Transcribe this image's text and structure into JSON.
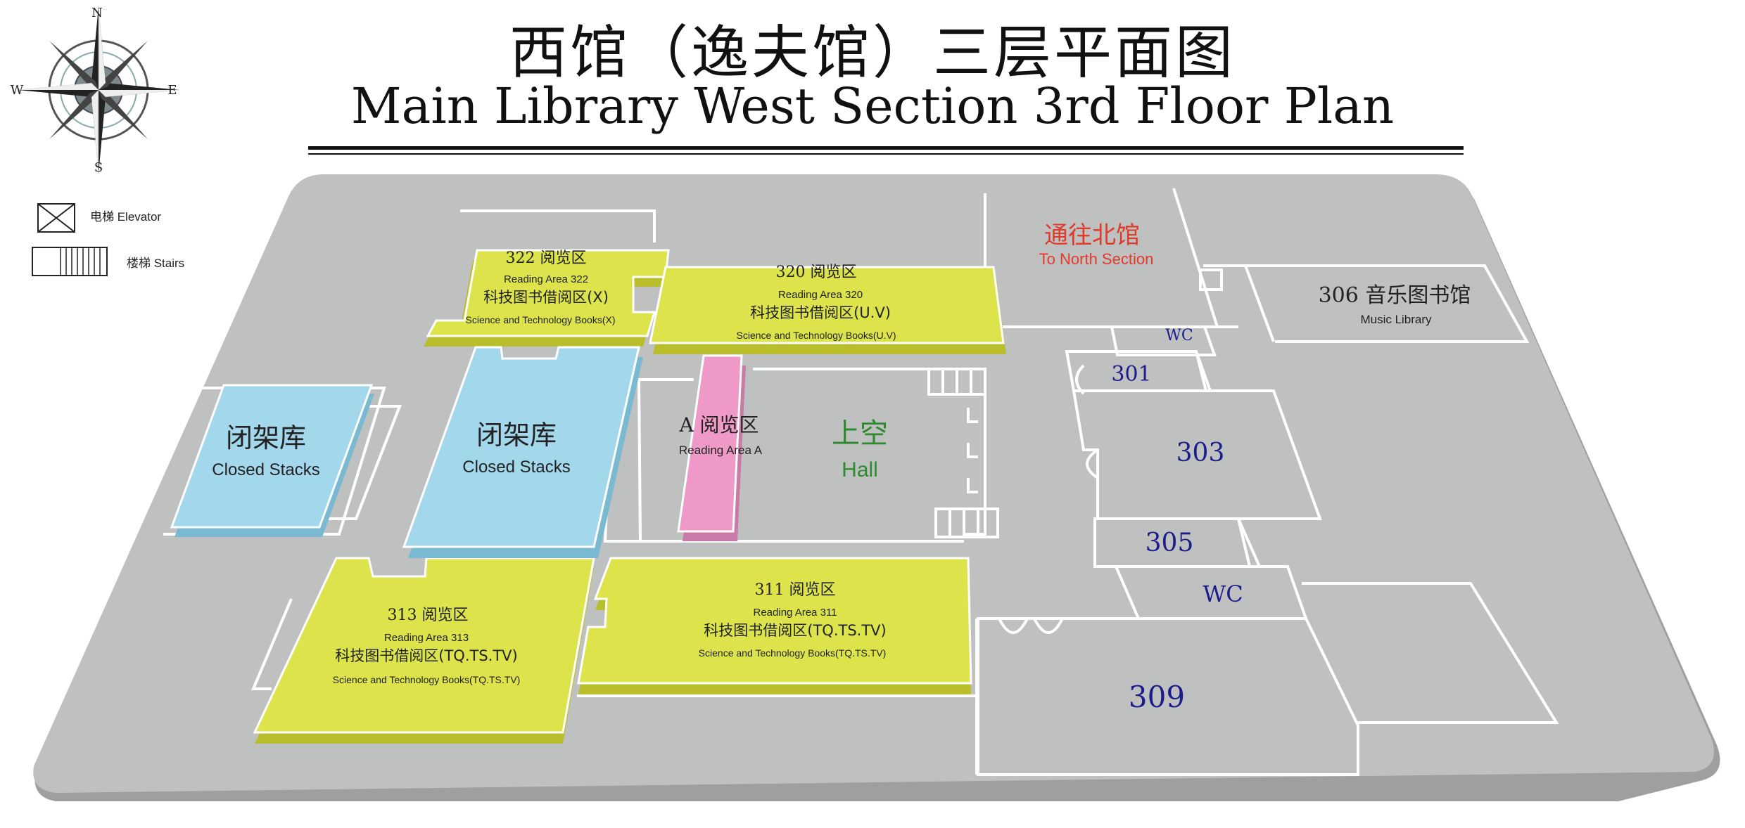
{
  "title": {
    "cn": "西馆（逸夫馆）三层平面图",
    "en": "Main Library West Section 3rd Floor Plan"
  },
  "compass": {
    "n": "N",
    "s": "S",
    "e": "E",
    "w": "W"
  },
  "legend": {
    "elevator": "电梯  Elevator",
    "stairs": "楼梯  Stairs"
  },
  "rooms": {
    "r322": {
      "cn": "322  阅览区",
      "en": "Reading Area 322",
      "cn2": "科技图书借阅区(X)",
      "en2": "Science and Technology Books(X)"
    },
    "r320": {
      "cn": "320  阅览区",
      "en": "Reading Area 320",
      "cn2": "科技图书借阅区(U.V)",
      "en2": "Science and Technology Books(U.V)"
    },
    "stacksLeft": {
      "cn": "闭架库",
      "en": "Closed Stacks"
    },
    "stacksMid": {
      "cn": "闭架库",
      "en": "Closed Stacks"
    },
    "readingA": {
      "cn": "A  阅览区",
      "en": "Reading Area A"
    },
    "hall": {
      "cn": "上空",
      "en": "Hall"
    },
    "r313": {
      "cn": "313  阅览区",
      "en": "Reading Area 313",
      "cn2": "科技图书借阅区(TQ.TS.TV)",
      "en2": "Science and Technology Books(TQ.TS.TV)"
    },
    "r311": {
      "cn": "311  阅览区",
      "en": "Reading Area 311",
      "cn2": "科技图书借阅区(TQ.TS.TV)",
      "en2": "Science and Technology Books(TQ.TS.TV)"
    },
    "north": {
      "cn": "通往北馆",
      "en": "To North Section"
    },
    "r306": {
      "cn": "306  音乐图书馆",
      "en": "Music Library"
    },
    "wc1": "WC",
    "r301": "301",
    "r303": "303",
    "r305": "305",
    "wc2": "WC",
    "r309": "309"
  },
  "colors": {
    "floor": "#bfc1c1",
    "yellow": "#dde34a",
    "yellowEdge": "#b9bf2c",
    "blue": "#a3d8ec",
    "blueEdge": "#79b9d2",
    "pink": "#ee99c7",
    "pinkEdge": "#c97aa6",
    "roomNum": "#1c1c8c",
    "hallGreen": "#2f8a2f",
    "northRed": "#e03a2a"
  }
}
